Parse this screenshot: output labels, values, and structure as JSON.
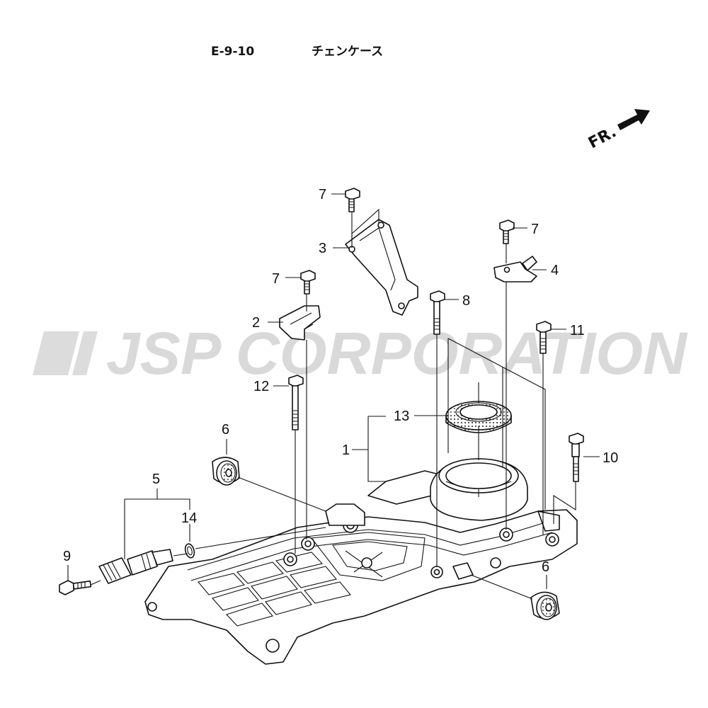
{
  "header": {
    "figure_code": "E-9-10",
    "figure_title": "チェンケース"
  },
  "orientation": {
    "label": "FR.",
    "icon": "arrow-up-right-icon"
  },
  "watermark": {
    "text": "JSP CORPORATION",
    "color": "#d9d9d9"
  },
  "callouts": [
    {
      "id": "callout-1",
      "label": "1"
    },
    {
      "id": "callout-2",
      "label": "2"
    },
    {
      "id": "callout-3",
      "label": "3"
    },
    {
      "id": "callout-4",
      "label": "4"
    },
    {
      "id": "callout-5",
      "label": "5"
    },
    {
      "id": "callout-6a",
      "label": "6"
    },
    {
      "id": "callout-6b",
      "label": "6"
    },
    {
      "id": "callout-7a",
      "label": "7"
    },
    {
      "id": "callout-7b",
      "label": "7"
    },
    {
      "id": "callout-7c",
      "label": "7"
    },
    {
      "id": "callout-8",
      "label": "8"
    },
    {
      "id": "callout-9",
      "label": "9"
    },
    {
      "id": "callout-10",
      "label": "10"
    },
    {
      "id": "callout-11",
      "label": "11"
    },
    {
      "id": "callout-12",
      "label": "12"
    },
    {
      "id": "callout-13",
      "label": "13"
    },
    {
      "id": "callout-14",
      "label": "14"
    }
  ]
}
